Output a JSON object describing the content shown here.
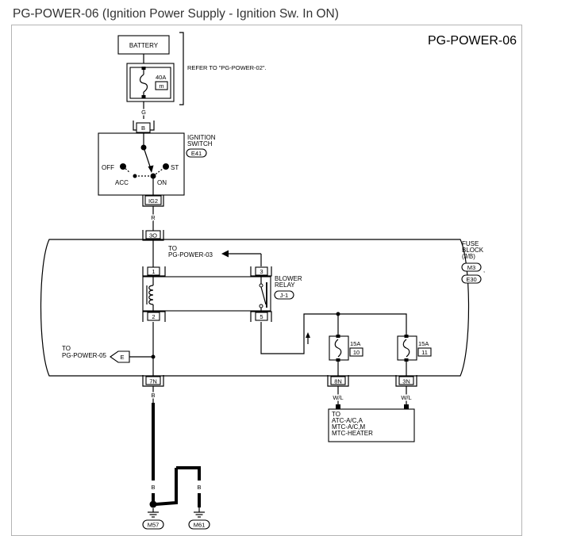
{
  "header": {
    "title": "PG-POWER-06 (Ignition Power Supply - Ignition Sw. In ON)"
  },
  "diagram": {
    "code": "PG-POWER-06",
    "battery": {
      "label": "BATTERY",
      "fuse_amp": "40A",
      "fuse_id": "m",
      "note": "REFER TO \"PG-POWER-02\"."
    },
    "wires": {
      "battery_out": "G",
      "ignition_out": "R",
      "ground_main": "B",
      "out_8n": "W/L",
      "out_3n": "W/L",
      "ground_a": "B",
      "ground_b": "B",
      "ground_c": "B"
    },
    "ignition_switch": {
      "label_1": "IGNITION",
      "label_2": "SWITCH",
      "connector": "E41",
      "pin_in": "B",
      "pin_out": "IG2",
      "pos_off": "OFF",
      "pos_acc": "ACC",
      "pos_on": "ON",
      "pos_st": "ST"
    },
    "fuse_block": {
      "label_1": "FUSE",
      "label_2": "BLOCK",
      "label_3": "(J/B)",
      "conn_1": "M3",
      "comma": ",",
      "conn_2": "E30",
      "pin_in": "3O",
      "pin_7n": "7N",
      "pin_8n": "8N",
      "pin_3n": "3N"
    },
    "blower_relay": {
      "label_1": "BLOWER",
      "label_2": "RELAY",
      "connector": "J-1",
      "pin_1": "1",
      "pin_2": "2",
      "pin_3": "3",
      "pin_5": "5"
    },
    "refs": {
      "to_03_a": "TO",
      "to_03_b": "PG-POWER-03",
      "to_05_a": "TO",
      "to_05_b": "PG-POWER-05",
      "arrow_e": "E"
    },
    "fuse_10": {
      "amp": "15A",
      "id": "10"
    },
    "fuse_11": {
      "amp": "15A",
      "id": "11"
    },
    "outputs": {
      "line_1": "TO",
      "line_2": "ATC-A/C,A",
      "line_3": "MTC-A/C,M",
      "line_4": "MTC-HEATER"
    },
    "grounds": {
      "g1": "M57",
      "g2": "M61"
    }
  }
}
